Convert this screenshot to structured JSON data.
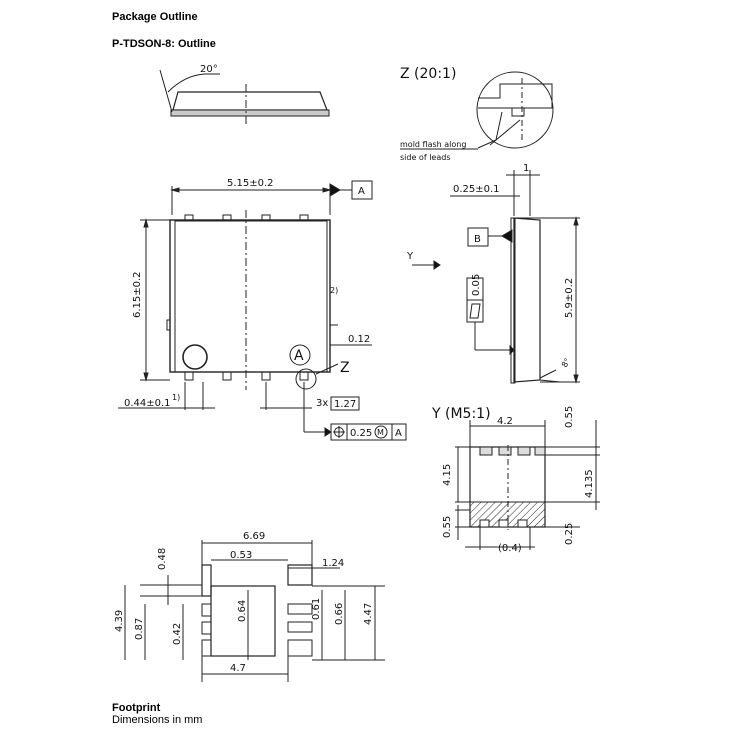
{
  "header": {
    "title": "Package Outline",
    "subtitle": "P-TDSON-8: Outline"
  },
  "footer": {
    "title": "Footprint",
    "units_note": "Dimensions in mm"
  },
  "top_view": {
    "angle": "20°",
    "body_width": "5.15±0.2",
    "body_height": "6.15±0.2",
    "datum_a": "A",
    "pin_a_marker": "A",
    "detail_z": "Z",
    "note_2": "2)",
    "tab_width": "0.12",
    "lead_width": "0.44±0.1",
    "lead_note": "1)",
    "pitch_count": "3x",
    "pitch": "1.27",
    "position_tol": "0.25",
    "position_mod": "M",
    "position_datum": "A"
  },
  "detail_view": {
    "label": "Z (20:1)",
    "note_line1": "mold flash along",
    "note_line2": "side of leads"
  },
  "side_view": {
    "standoff_width": "1",
    "lead_thickness": "0.25±0.1",
    "height": "5.9±0.2",
    "datum_b": "B",
    "flatness": "0.05",
    "view_y": "Y",
    "angle": "8°"
  },
  "bottom_view": {
    "label": "Y (M5:1)",
    "pad_width": "4.2",
    "top_gap": "0.55",
    "pad_length": "4.15",
    "pad_length_2": "4.135",
    "bottom_gap": "0.55",
    "bottom_offset": "0.25",
    "lead_pitch": "(0.4)"
  },
  "footprint": {
    "total_width": "6.69",
    "pad_pitch": "0.53",
    "right_pad": "1.24",
    "top_pad": "0.48",
    "height_left": "4.39",
    "pad_h": "0.87",
    "pad_gap": "0.42",
    "center": "0.64",
    "right_1": "0.61",
    "right_2": "0.66",
    "right_height": "4.47",
    "bottom_width": "4.7"
  }
}
